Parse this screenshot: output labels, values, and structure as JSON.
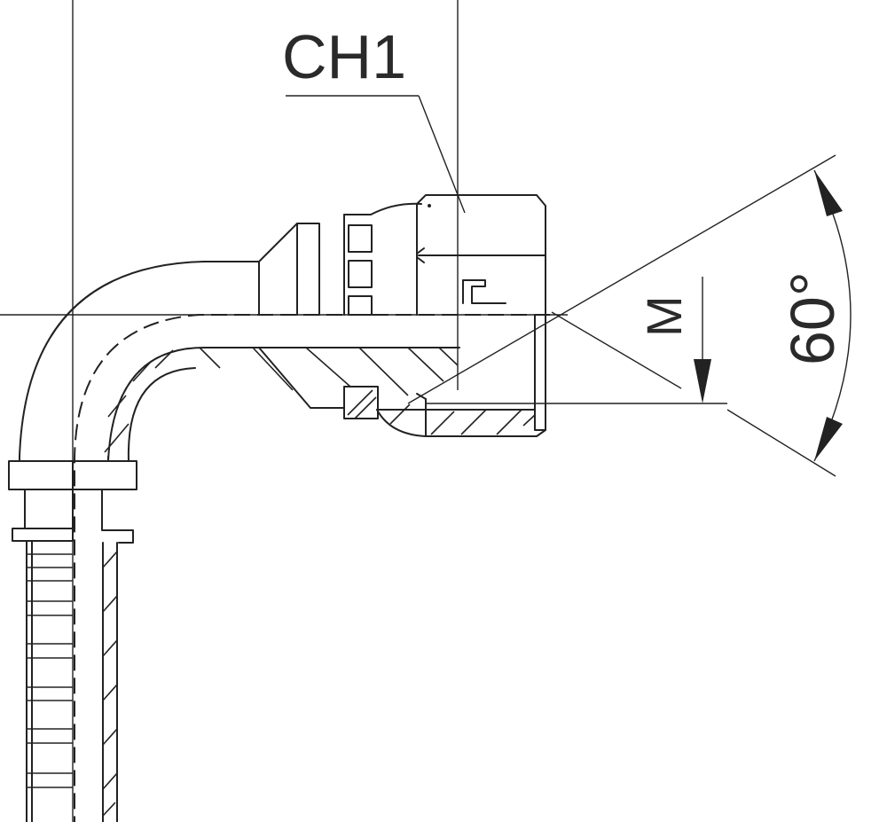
{
  "drawing": {
    "title": "",
    "labels": {
      "ch1": "CH1",
      "m": "M",
      "angle": "60°"
    },
    "colors": {
      "line": "#222222",
      "background": "#ffffff",
      "text": "#2a2a2a"
    }
  }
}
